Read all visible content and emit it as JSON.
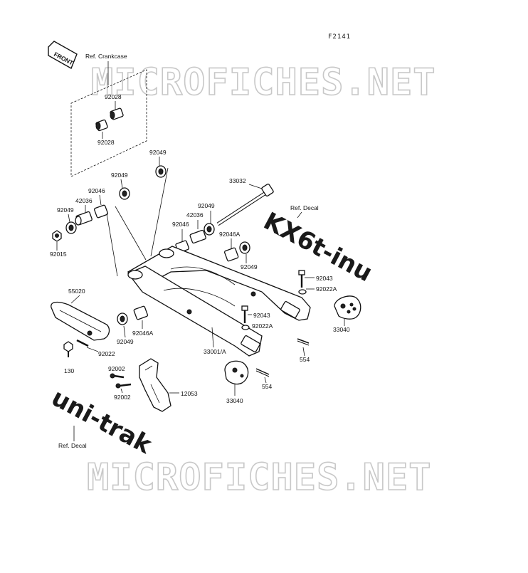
{
  "diagram": {
    "code": "F2141",
    "front_arrow": "FRONT",
    "watermark": "MICROFICHES.NET",
    "decal_top": "KX6t-inu",
    "decal_bottom": "uni-trak",
    "labels": {
      "ref_crankcase": "Ref. Crankcase",
      "p92028_a": "92028",
      "p92028_b": "92028",
      "p92049_a": "92049",
      "p92049_b": "92049",
      "p92049_c": "92049",
      "p92049_d": "92049",
      "p92049_e": "92049",
      "p92049_f": "92049",
      "p92046_a": "92046",
      "p92046_b": "92046",
      "p42036_a": "42036",
      "p42036_b": "42036",
      "p92015": "92015",
      "p33032": "33032",
      "ref_decal_top": "Ref. Decal",
      "p92046A_a": "92046A",
      "p92046A_b": "92046A",
      "p92043_a": "92043",
      "p92043_b": "92043",
      "p92022A_a": "92022A",
      "p92022A_b": "92022A",
      "p55020": "55020",
      "p92022": "92022",
      "p130": "130",
      "p33001": "33001/A",
      "p33040_a": "33040",
      "p33040_b": "33040",
      "p554_a": "554",
      "p554_b": "554",
      "p92002_a": "92002",
      "p92002_b": "92002",
      "p12053": "12053",
      "ref_decal_bottom": "Ref. Decal"
    }
  }
}
